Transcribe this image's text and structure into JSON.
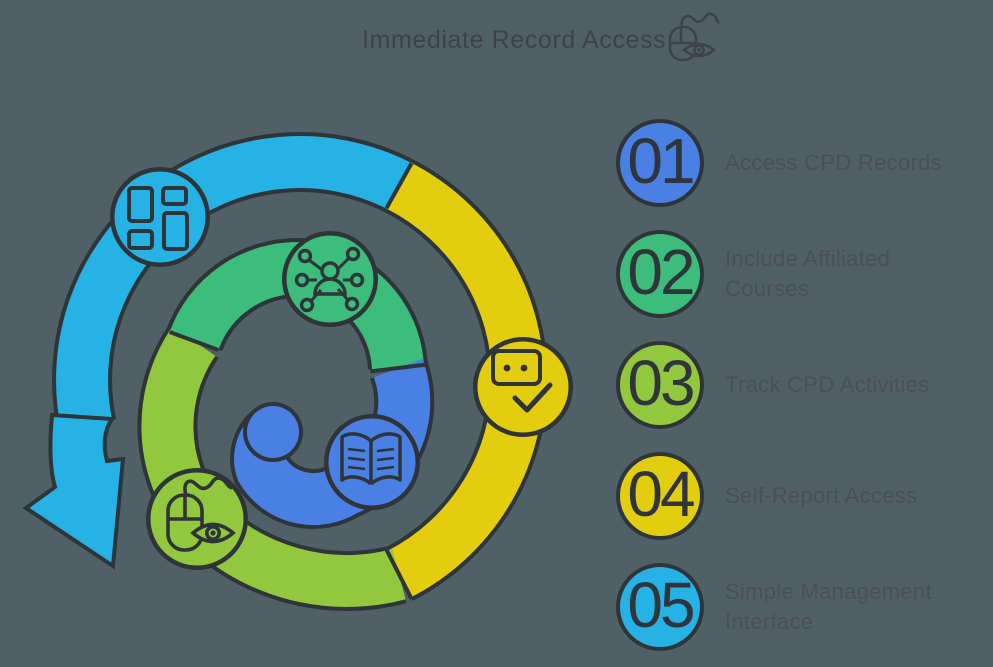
{
  "background": "#4f6167",
  "title": {
    "text": "Immediate Record Access",
    "icon": "mouse-eye-icon",
    "color": "#3d4347"
  },
  "palette": {
    "cyan": "#27b2e5",
    "yellow": "#e3cd0f",
    "lime": "#92c83d",
    "emerald": "#3cbd7c",
    "blue": "#4a80e4",
    "outline": "#2e3438",
    "label_text": "#4b5055",
    "number_text": "#2f353a"
  },
  "steps": [
    {
      "number": "01",
      "label": "Access CPD Records",
      "color": "#4a80e4"
    },
    {
      "number": "02",
      "label": "Include Affiliated Courses",
      "color": "#3cbd7c"
    },
    {
      "number": "03",
      "label": "Track CPD Activities",
      "color": "#92c83d"
    },
    {
      "number": "04",
      "label": "Self-Report Access",
      "color": "#e3cd0f"
    },
    {
      "number": "05",
      "label": "Simple Management Interface",
      "color": "#27b2e5"
    }
  ],
  "diagram": {
    "type": "spiral-process-flow",
    "nodes": [
      {
        "icon": "dashboard-icon",
        "color": "#27b2e5"
      },
      {
        "icon": "chat-check-icon",
        "color": "#e3cd0f"
      },
      {
        "icon": "mouse-eye-icon",
        "color": "#92c83d"
      },
      {
        "icon": "network-people-icon",
        "color": "#3cbd7c"
      },
      {
        "icon": "open-book-icon",
        "color": "#4a80e4"
      }
    ],
    "arrow": "flow-arrow"
  }
}
